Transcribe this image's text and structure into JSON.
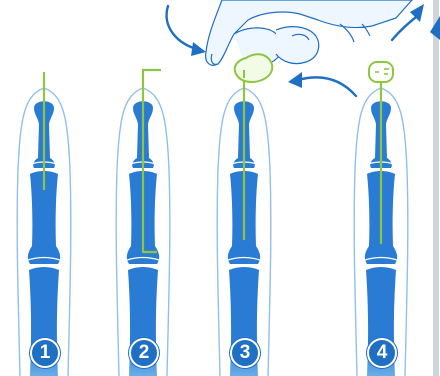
{
  "figure": {
    "steps": [
      {
        "label": "1"
      },
      {
        "label": "2"
      },
      {
        "label": "3"
      },
      {
        "label": "4"
      }
    ]
  },
  "colors": {
    "bone": "#2a7bd4",
    "bone_dark": "#1f6fc4",
    "outline": "#8fc0ec",
    "wire": "#8dc63f",
    "arrow": "#1f6fc4",
    "glove_fill": "#eef6ff"
  }
}
